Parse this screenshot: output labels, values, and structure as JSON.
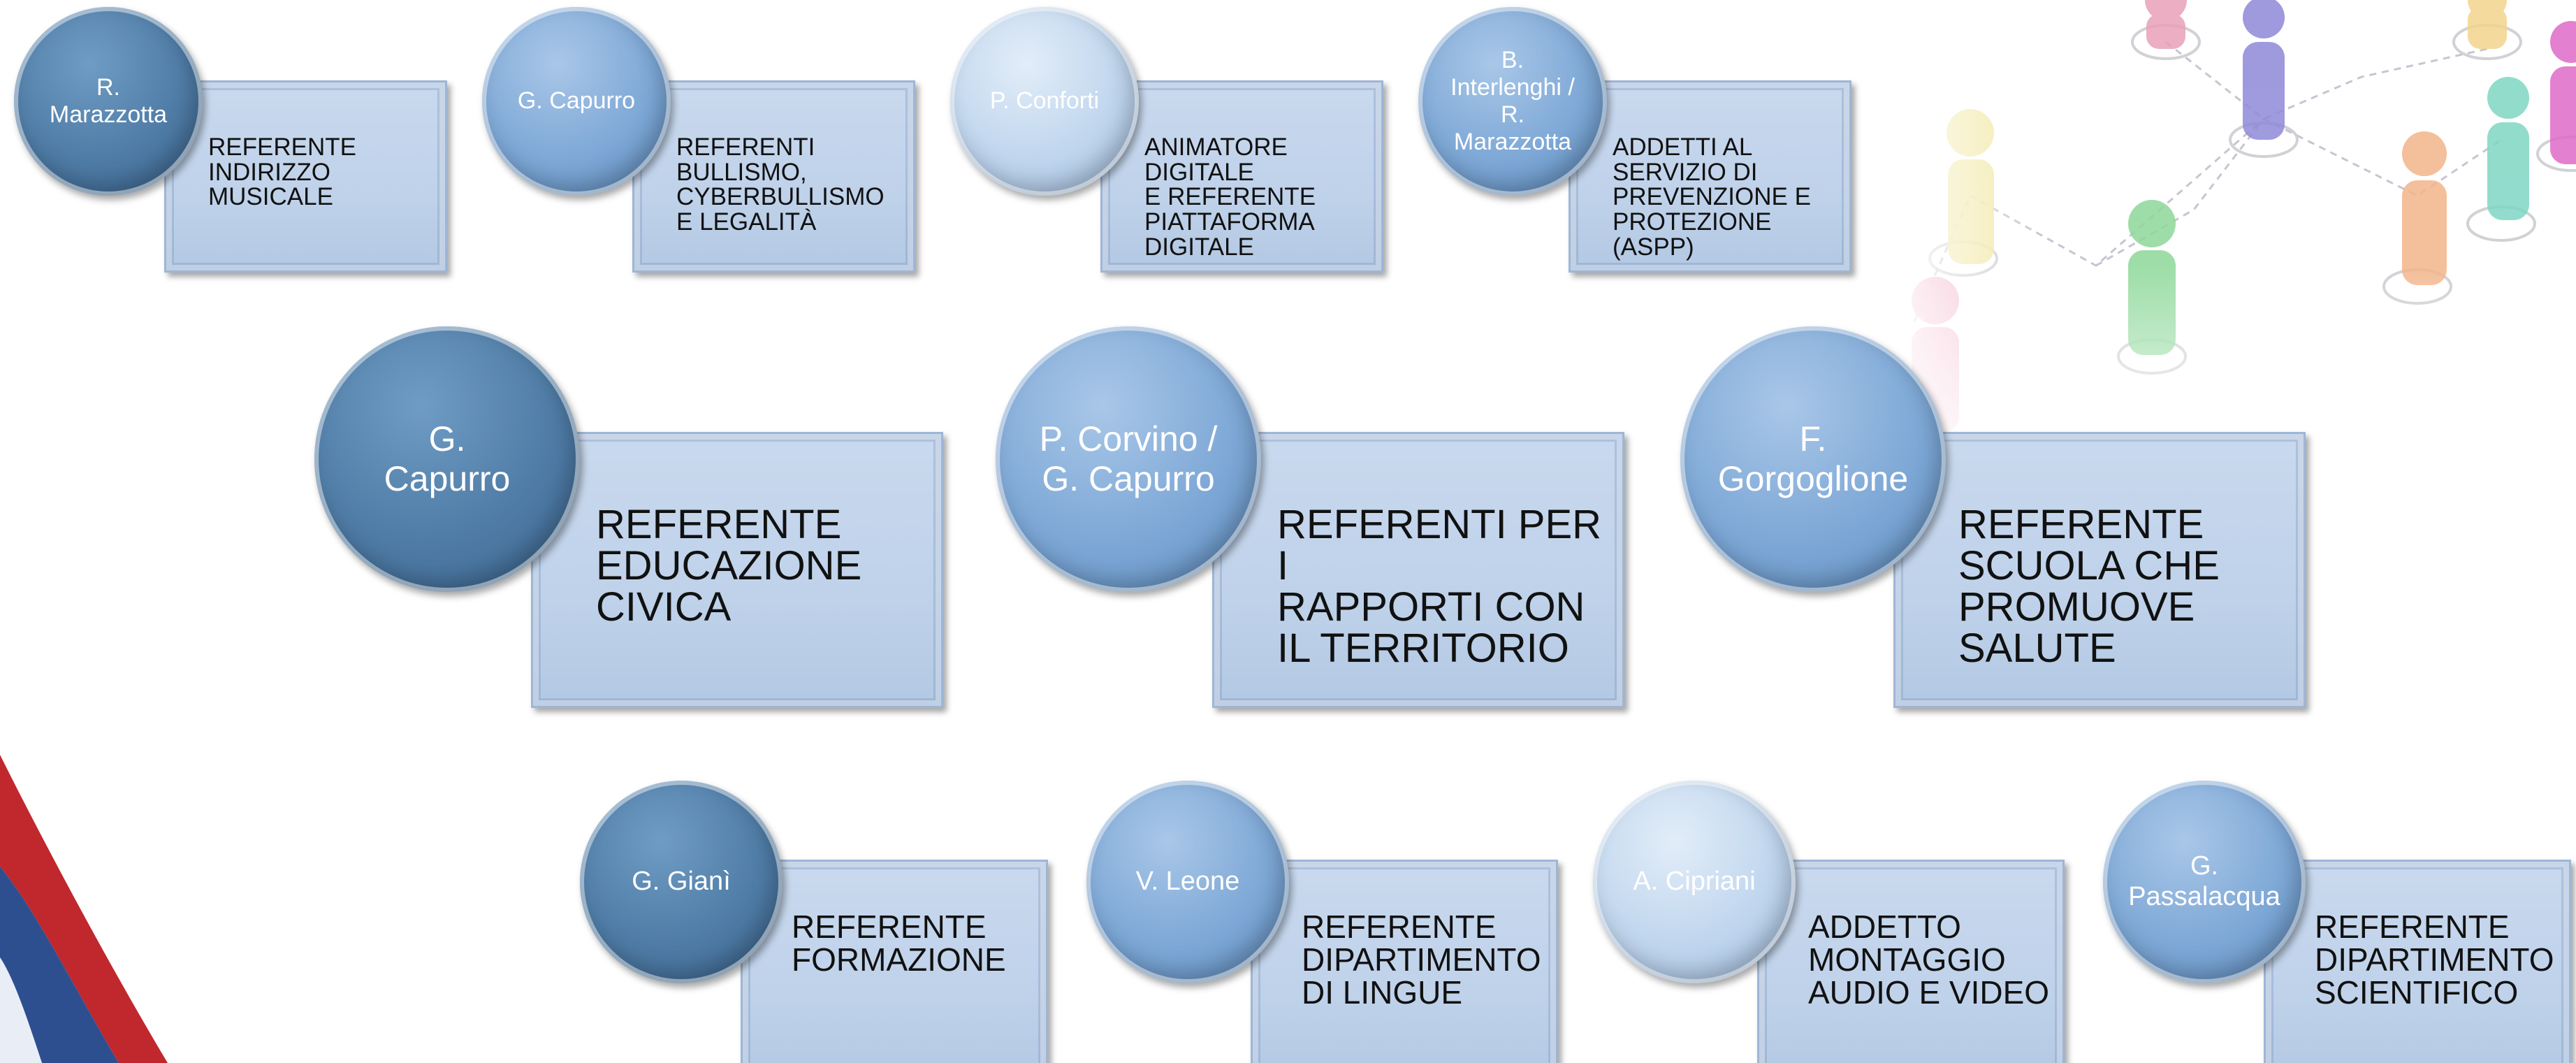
{
  "rows": {
    "top": [
      {
        "person": "R.\nMarazzotta",
        "role": "REFERENTE\nINDIRIZZO\nMUSICALE"
      },
      {
        "person": "G. Capurro",
        "role": "REFERENTI\nBULLISMO,\nCYBERBULLISMO\nE LEGALITÀ"
      },
      {
        "person": "P. Conforti",
        "role": "ANIMATORE\nDIGITALE\nE REFERENTE\nPIATTAFORMA\nDIGITALE"
      },
      {
        "person": "B.\nInterlenghi /\nR.\nMarazzotta",
        "role": "ADDETTI AL\nSERVIZIO DI\nPREVENZIONE E\nPROTEZIONE (ASPP)"
      }
    ],
    "middle": [
      {
        "person": "G.\nCapurro",
        "role": "REFERENTE\nEDUCAZIONE\nCIVICA"
      },
      {
        "person": "P. Corvino /\nG. Capurro",
        "role": "REFERENTI PER I\nRAPPORTI CON\nIL TERRITORIO"
      },
      {
        "person": "F.\nGorgoglione",
        "role": "REFERENTE\nSCUOLA CHE\nPROMUOVE\nSALUTE"
      }
    ],
    "bottom": [
      {
        "person": "G. Gianì",
        "role": "REFERENTE\nFORMAZIONE"
      },
      {
        "person": "V. Leone",
        "role": "REFERENTE\nDIPARTIMENTO\nDI LINGUE"
      },
      {
        "person": "A. Cipriani",
        "role": "ADDETTO\nMONTAGGIO\nAUDIO E VIDEO"
      },
      {
        "person": "G.\nPassalacqua",
        "role": "REFERENTE\nDIPARTIMENTO\nSCIENTIFICO"
      }
    ]
  },
  "colors": {
    "circle_dark": "#4f7ca6",
    "circle_mid": "#7ea8d6",
    "circle_light": "#c0d6ee",
    "box_fill": "#c3d5ec",
    "accent_red": "#c0282d"
  }
}
